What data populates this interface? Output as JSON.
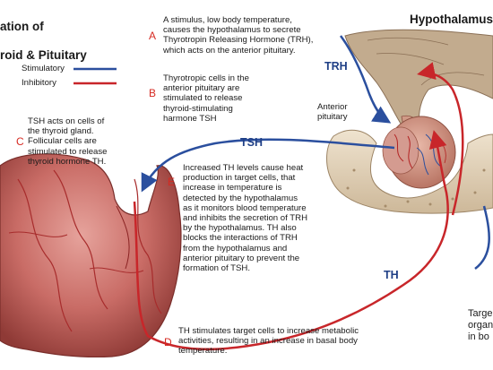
{
  "title": {
    "line1": "ation of",
    "line2": "roid & Pituitary"
  },
  "legend": {
    "stimulatory": "Stimulatory",
    "inhibitory": "Inhibitory"
  },
  "steps": {
    "A": {
      "letter": "A",
      "text": "A stimulus, low body temperature,\ncauses the hypothalamus to secrete\nThyrotropin Releasing Hormone (TRH),\nwhich acts on the anterior pituitary."
    },
    "B": {
      "letter": "B",
      "text": "Thyrotropic cells in the\nanterior pituitary are\nstimulated to release\nthyroid-stimulating\nharmone TSH"
    },
    "C": {
      "letter": "C",
      "text": "TSH acts on cells of\nthe thyroid gland.\nFollicular cells are\nstimulated to release\nthyroid hormone TH."
    },
    "D": {
      "letter": "D",
      "text": "TH stimulates target cells to increase metabolic\nactivities, resulting in an increase in basal body\ntemperature."
    },
    "E": {
      "letter": "E",
      "text": "Increased TH levels cause heat\nproduction in target cells, that\nincrease in temperature is\ndetected by the hypothalamus\nas it monitors blood temperature\nand inhibits the secretion of TRH\nby the hypothalamus. TH also\nblocks the interactions of TRH\nfrom the hypothalamus and\nanterior pituitary to prevent the\nformation of TSH."
    }
  },
  "labels": {
    "hypothalamus": "Hypothalamus",
    "anterior_pituitary": "Anterior\npituitary",
    "trh": "TRH",
    "tsh": "TSH",
    "th": "TH",
    "target": "Targe\norgan\nin bo"
  },
  "colors": {
    "stimulatory": "#2b4f9e",
    "inhibitory": "#c8262a",
    "letters": "#d62a22"
  }
}
